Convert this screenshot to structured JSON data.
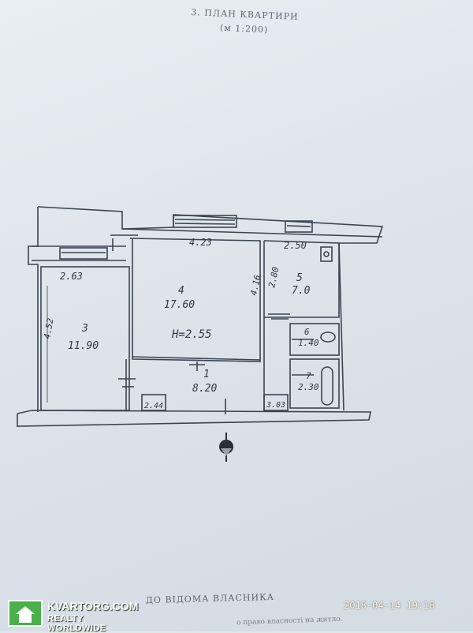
{
  "document": {
    "heading_line1": "3. ПЛАН КВАРТИРИ",
    "heading_line2": "(м 1:200)",
    "footer_line1": "ДО ВІДОМА ВЛАСНИКА",
    "footer_line2": "о право власності на житло."
  },
  "plan": {
    "height_label": "H=2.55",
    "dimensions": {
      "room4_width": "4.23",
      "room5_width": "2.50",
      "room3_width": "2.63",
      "room3_depth": "4.52",
      "room4_depth": "4.16",
      "room5_depth": "2.80",
      "closet_a": "2.44",
      "closet_b": "3.03"
    },
    "rooms": [
      {
        "number": "1",
        "area": "8.20"
      },
      {
        "number": "3",
        "area": "11.90"
      },
      {
        "number": "4",
        "area": "17.60"
      },
      {
        "number": "5",
        "area": "7.0"
      },
      {
        "number": "6",
        "area": "1.40"
      },
      {
        "number": "7",
        "area": "2.30"
      }
    ]
  },
  "watermark": {
    "site": "KVARTORG.COM",
    "tagline": "REALTY WORLDWIDE",
    "color": "#4bb04a"
  },
  "timestamp": "2018-04-14  19:18"
}
